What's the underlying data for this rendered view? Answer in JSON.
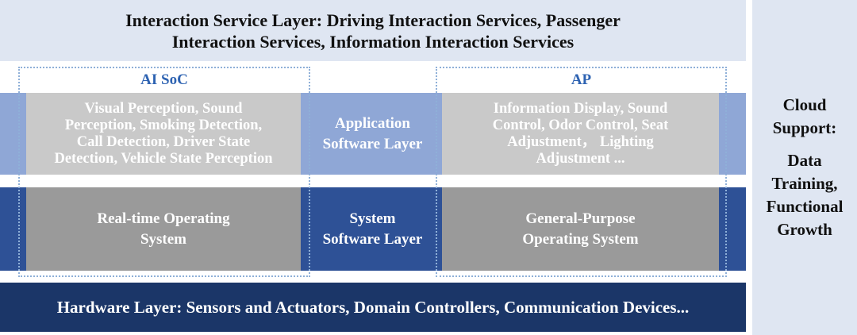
{
  "interaction_layer": {
    "line1": "Interaction Service Layer: Driving Interaction Services, Passenger",
    "line2": "Interaction Services, Information Interaction Services"
  },
  "cloud": {
    "line1": "Cloud",
    "line2": "Support:",
    "line3": "Data",
    "line4": "Training,",
    "line5": "Functional",
    "line6": "Growth"
  },
  "ai_soc": {
    "title": "AI SoC",
    "app": {
      "line1": "Visual Perception, Sound",
      "line2": "Perception, Smoking Detection,",
      "line3": "Call Detection, Driver State",
      "line4": "Detection, Vehicle State Perception"
    },
    "os": {
      "line1": "Real-time Operating",
      "line2": "System"
    }
  },
  "application_layer": {
    "line1": "Application",
    "line2": "Software Layer"
  },
  "system_layer": {
    "line1": "System",
    "line2": "Software Layer"
  },
  "ap": {
    "title": "AP",
    "app": {
      "line1": "Information Display, Sound",
      "line2": "Control, Odor Control, Seat",
      "line3": "Adjustment， Lighting",
      "line4": "Adjustment ..."
    },
    "os": {
      "line1": "General-Purpose",
      "line2": "Operating System"
    }
  },
  "hardware_layer": {
    "text": "Hardware Layer: Sensors and Actuators, Domain Controllers, Communication Devices..."
  },
  "colors": {
    "light_band": "#dfe6f2",
    "app_band": "#8fa7d6",
    "system_band": "#2e5196",
    "hardware_band": "#1b3668",
    "grey_light": "#c9c9c9",
    "grey_dark": "#9a9a9a",
    "group_title": "#2e63b2"
  }
}
